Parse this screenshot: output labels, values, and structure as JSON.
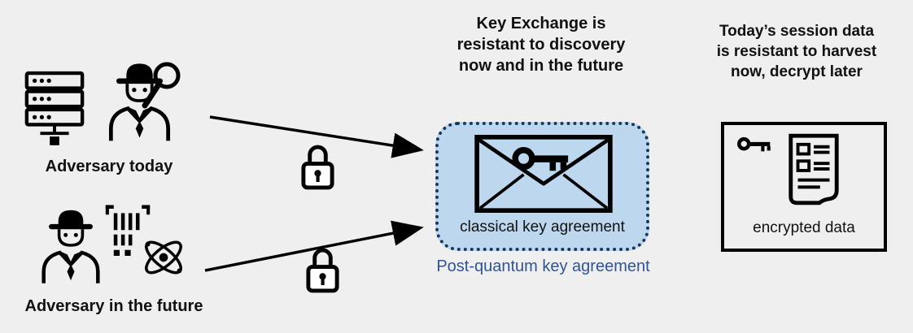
{
  "background": "#f0eff0",
  "captions": {
    "key_exchange": {
      "lines": [
        "Key Exchange is",
        "resistant to discovery",
        "now and in the future"
      ]
    },
    "harvest": {
      "lines": [
        "Today’s session data",
        "is resistant to harvest",
        "now, decrypt later"
      ]
    }
  },
  "adversaries": {
    "today": {
      "label": "Adversary today"
    },
    "future": {
      "label": "Adversary in the future"
    }
  },
  "pq_box": {
    "label": "classical key agreement",
    "caption": "Post-quantum key agreement",
    "fill": "#bdd7ee",
    "border_color": "#17375e",
    "caption_color": "#2f5496"
  },
  "encrypted_box": {
    "label": "encrypted data"
  },
  "icons": {
    "server": "server-icon",
    "spy_today": "spy-icon",
    "magnifier": "magnifier-icon",
    "spy_future": "spy-icon",
    "barcode": "barcode-scan-icon",
    "atom": "atom-icon",
    "padlock_top": "padlock-icon",
    "padlock_bottom": "padlock-icon",
    "envelope_key": "envelope-with-key-icon",
    "key": "key-icon",
    "newspaper": "encrypted-document-icon"
  },
  "arrow_color": "#000000"
}
